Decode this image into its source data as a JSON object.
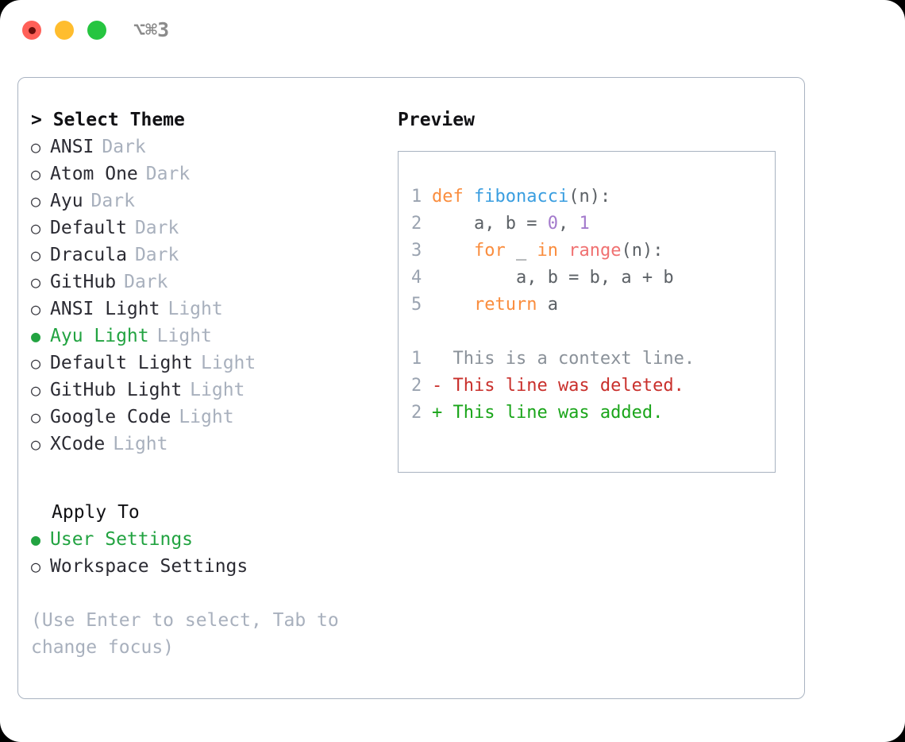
{
  "titlebar": {
    "shortcut": "⌥⌘3",
    "buttons": [
      {
        "name": "close",
        "color": "#ff6058"
      },
      {
        "name": "minimize",
        "color": "#ffbd2e"
      },
      {
        "name": "zoom",
        "color": "#26c540"
      }
    ]
  },
  "theme_section": {
    "header": "> Select Theme",
    "items": [
      {
        "marker": "○",
        "name": "ANSI",
        "variant": "Dark",
        "selected": false
      },
      {
        "marker": "○",
        "name": "Atom One",
        "variant": "Dark",
        "selected": false
      },
      {
        "marker": "○",
        "name": "Ayu",
        "variant": "Dark",
        "selected": false
      },
      {
        "marker": "○",
        "name": "Default",
        "variant": "Dark",
        "selected": false
      },
      {
        "marker": "○",
        "name": "Dracula",
        "variant": "Dark",
        "selected": false
      },
      {
        "marker": "○",
        "name": "GitHub",
        "variant": "Dark",
        "selected": false
      },
      {
        "marker": "○",
        "name": "ANSI Light",
        "variant": "Light",
        "selected": false
      },
      {
        "marker": "●",
        "name": "Ayu Light",
        "variant": "Light",
        "selected": true
      },
      {
        "marker": "○",
        "name": "Default Light",
        "variant": "Light",
        "selected": false
      },
      {
        "marker": "○",
        "name": "GitHub Light",
        "variant": "Light",
        "selected": false
      },
      {
        "marker": "○",
        "name": "Google Code",
        "variant": "Light",
        "selected": false
      },
      {
        "marker": "○",
        "name": "XCode",
        "variant": "Light",
        "selected": false
      }
    ]
  },
  "apply_section": {
    "header": "Apply To",
    "items": [
      {
        "marker": "●",
        "name": "User Settings",
        "selected": true
      },
      {
        "marker": "○",
        "name": "Workspace Settings",
        "selected": false
      }
    ]
  },
  "hint": "(Use Enter to select, Tab to change focus)",
  "preview": {
    "title": "Preview",
    "code_lines": [
      {
        "number": "1",
        "tokens": [
          {
            "text": "def ",
            "type": "kw"
          },
          {
            "text": "fibonacci",
            "type": "fn"
          },
          {
            "text": "(n):",
            "type": "plain"
          }
        ]
      },
      {
        "number": "2",
        "tokens": [
          {
            "text": "    a, b = ",
            "type": "plain"
          },
          {
            "text": "0",
            "type": "num"
          },
          {
            "text": ", ",
            "type": "plain"
          },
          {
            "text": "1",
            "type": "num"
          }
        ]
      },
      {
        "number": "3",
        "tokens": [
          {
            "text": "    ",
            "type": "plain"
          },
          {
            "text": "for",
            "type": "kw"
          },
          {
            "text": " _ ",
            "type": "plain"
          },
          {
            "text": "in",
            "type": "kw"
          },
          {
            "text": " ",
            "type": "plain"
          },
          {
            "text": "range",
            "type": "bi"
          },
          {
            "text": "(n):",
            "type": "plain"
          }
        ]
      },
      {
        "number": "4",
        "tokens": [
          {
            "text": "        a, b = b, a + b",
            "type": "plain"
          }
        ]
      },
      {
        "number": "5",
        "tokens": [
          {
            "text": "    ",
            "type": "plain"
          },
          {
            "text": "return",
            "type": "kw"
          },
          {
            "text": " a",
            "type": "plain"
          }
        ]
      }
    ],
    "diff_lines": [
      {
        "number": "1",
        "marker": "  ",
        "text": "This is a context line.",
        "kind": "ctx"
      },
      {
        "number": "2",
        "marker": "- ",
        "text": "This line was deleted.",
        "kind": "del"
      },
      {
        "number": "2",
        "marker": "+ ",
        "text": "This line was added.",
        "kind": "add"
      }
    ]
  },
  "colors": {
    "accent_selected": "#22a341",
    "muted": "#a8b0bd",
    "text": "#2b2b33",
    "border": "#a9b3c1",
    "kw": "#fa8d3e",
    "fn": "#3a9ee0",
    "num": "#a37acc",
    "builtin": "#f07171",
    "plain": "#5c6166",
    "diff_ctx": "#8a9199",
    "diff_del": "#c9302c",
    "diff_add": "#1aa51a"
  }
}
